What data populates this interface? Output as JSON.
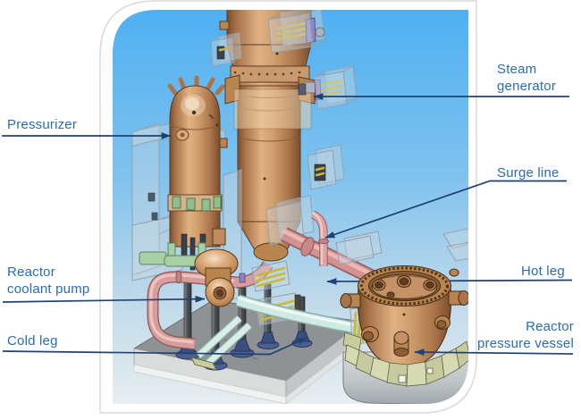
{
  "figure": {
    "type": "3d-cad-diagram",
    "subject": "Reactor coolant system loop with labeled components"
  },
  "colors": {
    "label_text": "#2A6CB5",
    "leader_line": "#1F4273",
    "sky_top": "#4FB0F2",
    "sky_bottom": "#E8EDF0",
    "panel_border": "#D9D9D9",
    "copper": "#C08B5F",
    "pipe_pink": "#D79C9C",
    "pipe_cyan": "#CFEAE2",
    "support_green": "#8FBE8F",
    "rod_yellow": "#CBB838",
    "platform_gray": "#8E9294"
  },
  "labels": {
    "pressurizer": {
      "line1": "Pressurizer"
    },
    "steam_generator": {
      "line1": "Steam",
      "line2": "generator"
    },
    "surge_line": {
      "line1": "Surge line"
    },
    "reactor_coolant_pump": {
      "line1": "Reactor",
      "line2": "coolant pump"
    },
    "hot_leg": {
      "line1": "Hot leg"
    },
    "cold_leg": {
      "line1": "Cold leg"
    },
    "reactor_pressure_vessel": {
      "line1": "Reactor",
      "line2": "pressure vessel"
    }
  }
}
